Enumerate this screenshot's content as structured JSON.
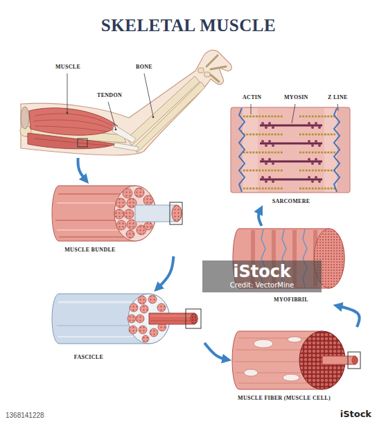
{
  "diagram": {
    "title": "SKELETAL MUSCLE",
    "nodes": [
      {
        "text": [
          "MUSCLE",
          "TENDON",
          "BONE"
        ]
      },
      {
        "text": [
          "MUSCLE BUNDLE"
        ]
      },
      {
        "text": [
          "FASCICLE"
        ]
      },
      {
        "text": [
          "MUSCLE FIBER (MUSCLE CELL)"
        ]
      },
      {
        "text": [
          "MYOFIBRIL"
        ]
      },
      {
        "text": [
          "ACTIN",
          "MYOSIN",
          "Z LINE",
          "SARCOMERE"
        ]
      }
    ],
    "edges": [
      {
        "from": 0,
        "to": 1,
        "arrow": "to"
      },
      {
        "from": 1,
        "to": 2,
        "arrow": "to"
      },
      {
        "from": 2,
        "to": 3,
        "arrow": "to"
      },
      {
        "from": 3,
        "to": 4,
        "arrow": "to"
      },
      {
        "from": 4,
        "to": 5,
        "arrow": "to"
      }
    ],
    "labels": [
      "iStock",
      "Credit: VectorMine",
      "1368141228",
      "iStock"
    ]
  }
}
